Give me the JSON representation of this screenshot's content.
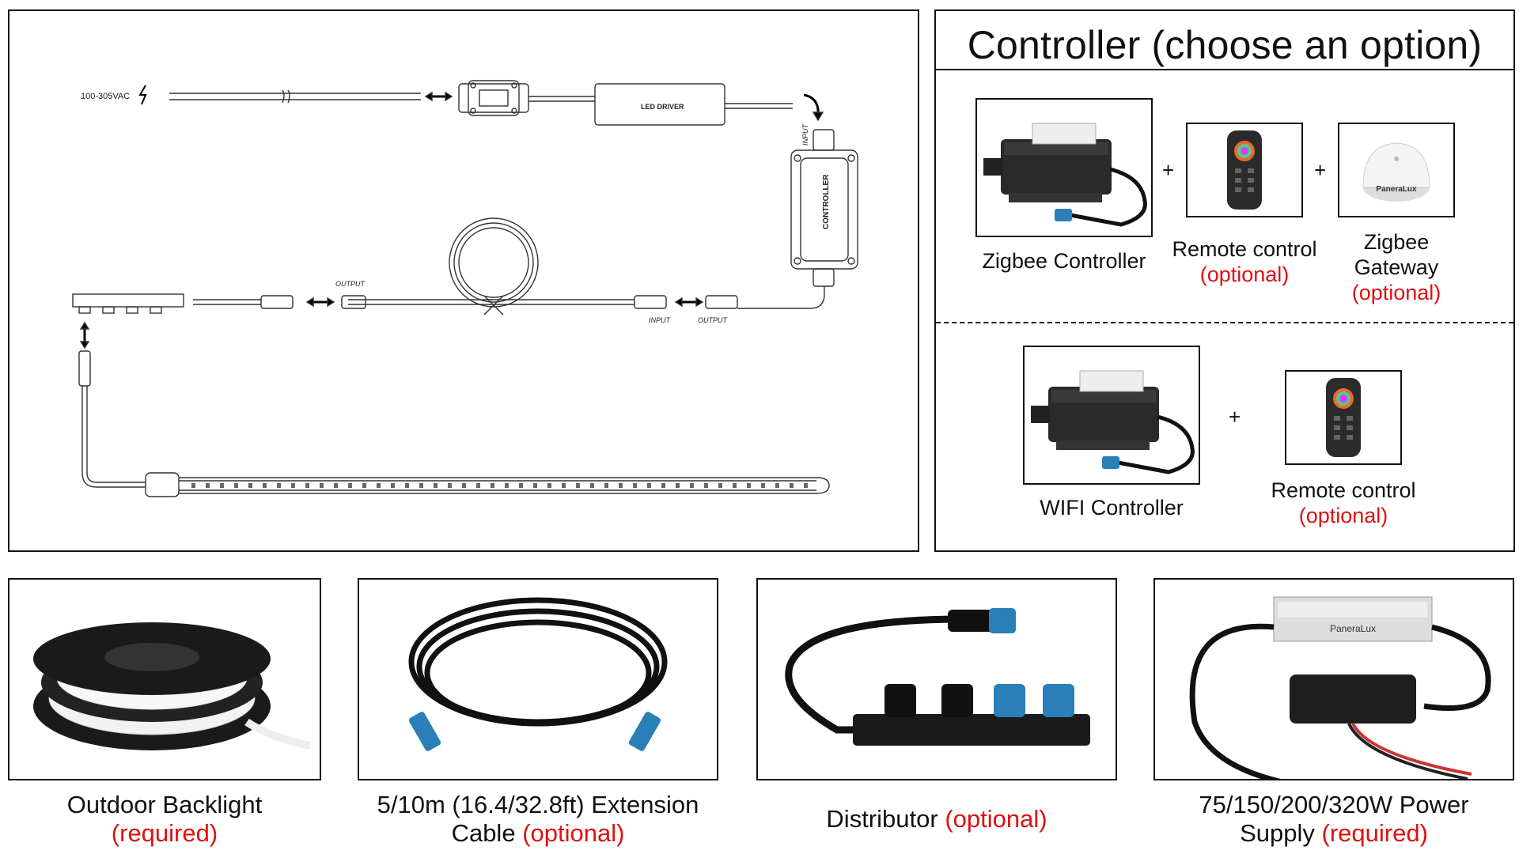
{
  "diagram": {
    "voltage": "100-305VAC",
    "driver": "LED DRIVER",
    "controller": "CONTROLLER",
    "input": "INPUT",
    "output": "OUTPUT"
  },
  "controller_panel": {
    "title": "Controller (choose an option)",
    "zigbee_option": {
      "controller": "Zigbee Controller",
      "remote": "Remote control",
      "remote_note": "(optional)",
      "gateway_line1": "Zigbee",
      "gateway_line2": "Gateway",
      "gateway_note": "(optional)",
      "gateway_brand": "PaneraLux",
      "plus": "+"
    },
    "wifi_option": {
      "controller": "WIFI Controller",
      "remote": "Remote control",
      "remote_note": "(optional)",
      "plus": "+"
    }
  },
  "products": [
    {
      "line1": "Outdoor Backlight",
      "note": "(required)"
    },
    {
      "line1": "5/10m (16.4/32.8ft) Extension",
      "line2": "Cable",
      "note": "(optional)"
    },
    {
      "line1": "Distributor",
      "note": "(optional)"
    },
    {
      "line1": "75/150/200/320W Power",
      "line2": "Supply",
      "note": "(required)",
      "brand": "PaneraLux"
    }
  ],
  "colors": {
    "note_red": "#dd1111",
    "accent_blue": "#2a7fb8"
  }
}
